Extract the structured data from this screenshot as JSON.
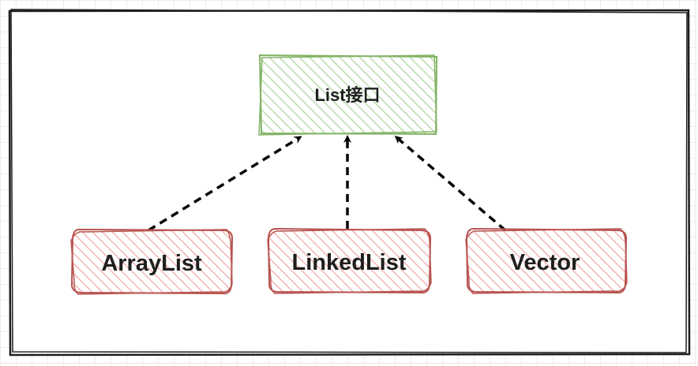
{
  "diagram": {
    "interface": {
      "label": "List接口",
      "stroke": "#82b366",
      "fill": "#d5e8d4"
    },
    "implementations": [
      {
        "label": "ArrayList"
      },
      {
        "label": "LinkedList"
      },
      {
        "label": "Vector"
      }
    ],
    "impl_style": {
      "stroke": "#b85450",
      "fill": "#f8cecc"
    },
    "edge_color": "#000000"
  }
}
